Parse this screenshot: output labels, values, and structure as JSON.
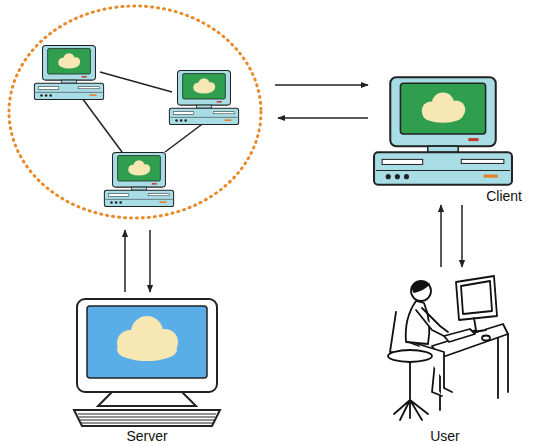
{
  "diagram": {
    "nodes": [
      {
        "text": [
          "Client"
        ]
      },
      {
        "text": [
          "Server"
        ]
      },
      {
        "text": [
          "User"
        ]
      }
    ],
    "edges": [
      {
        "from": 0,
        "to": 2,
        "arrow": "to"
      },
      {
        "from": 2,
        "to": 0,
        "arrow": "to"
      }
    ]
  }
}
